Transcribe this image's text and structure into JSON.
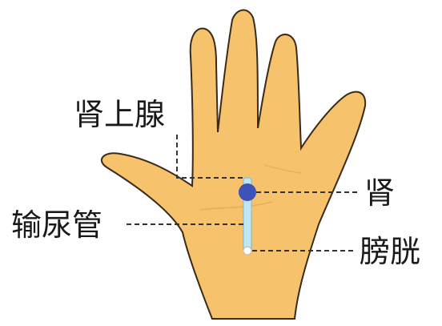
{
  "labels": {
    "adrenal": "肾上腺",
    "kidney": "肾",
    "ureter": "输尿管",
    "bladder": "膀胱"
  },
  "colors": {
    "skin": "#f7c26c",
    "outline": "#3a2a1a",
    "kidney": "#3f52b8",
    "ureter": "#bfe6f5",
    "bladder": "#ffffff",
    "leader": "#333333"
  }
}
